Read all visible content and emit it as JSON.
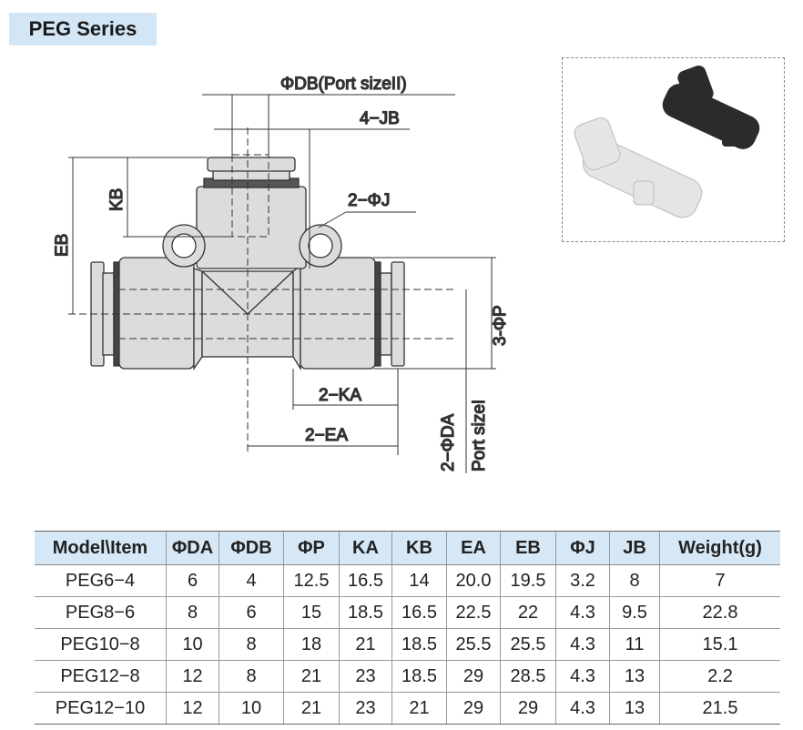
{
  "title": "PEG Series",
  "drawing": {
    "labels": {
      "db": "ΦDB(Port sizeII)",
      "jb": "4−JB",
      "j": "2−ΦJ",
      "kb": "KB",
      "eb": "EB",
      "p": "3-ΦP",
      "ka": "2−KA",
      "ea": "2−EA",
      "da": "2−ΦDA",
      "port": "Port sizeI"
    }
  },
  "table": {
    "headers": [
      "Model\\Item",
      "ΦDA",
      "ΦDB",
      "ΦP",
      "KA",
      "KB",
      "EA",
      "EB",
      "ΦJ",
      "JB",
      "Weight(g)"
    ],
    "rows": [
      [
        "PEG6−4",
        "6",
        "4",
        "12.5",
        "16.5",
        "14",
        "20.0",
        "19.5",
        "3.2",
        "8",
        "7"
      ],
      [
        "PEG8−6",
        "8",
        "6",
        "15",
        "18.5",
        "16.5",
        "22.5",
        "22",
        "4.3",
        "9.5",
        "22.8"
      ],
      [
        "PEG10−8",
        "10",
        "8",
        "18",
        "21",
        "18.5",
        "25.5",
        "25.5",
        "4.3",
        "11",
        "15.1"
      ],
      [
        "PEG12−8",
        "12",
        "8",
        "21",
        "23",
        "18.5",
        "29",
        "28.5",
        "4.3",
        "13",
        "2.2"
      ],
      [
        "PEG12−10",
        "12",
        "10",
        "21",
        "23",
        "21",
        "29",
        "29",
        "4.3",
        "13",
        "21.5"
      ]
    ]
  }
}
